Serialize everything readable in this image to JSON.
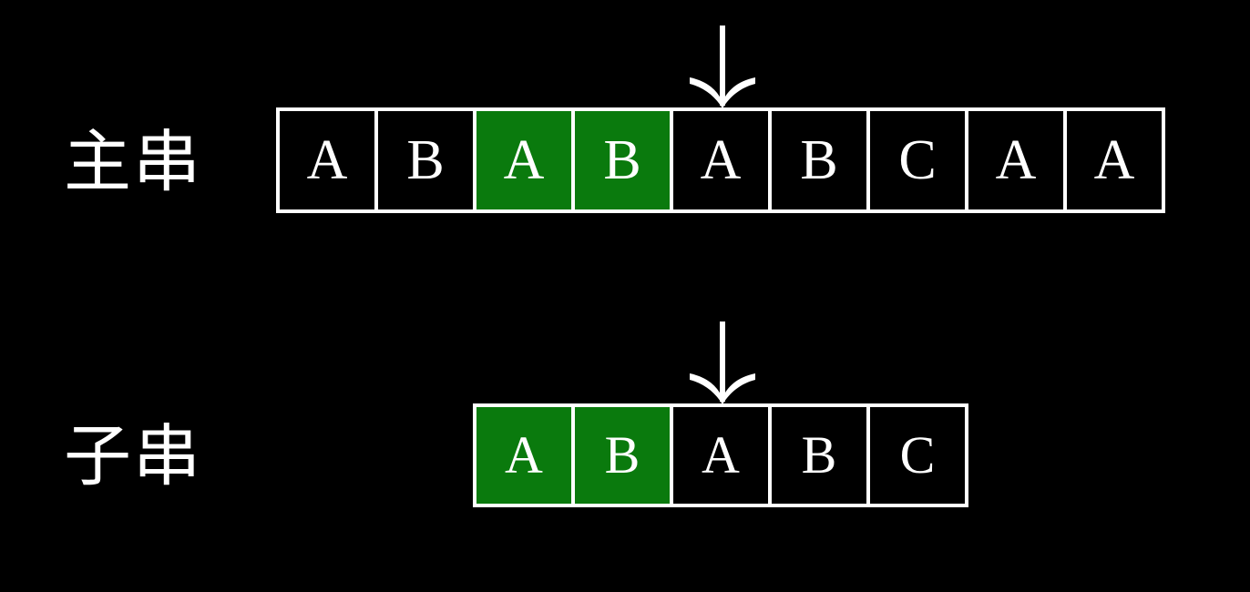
{
  "figure": {
    "background_color": "#000000",
    "foreground_color": "#ffffff",
    "highlight_color": "#0a7a0d",
    "kind": "string-matching-diagram"
  },
  "rows": {
    "main": {
      "label": "主串",
      "cells": [
        {
          "char": "A",
          "highlighted": false
        },
        {
          "char": "B",
          "highlighted": false
        },
        {
          "char": "A",
          "highlighted": true
        },
        {
          "char": "B",
          "highlighted": true
        },
        {
          "char": "A",
          "highlighted": false
        },
        {
          "char": "B",
          "highlighted": false
        },
        {
          "char": "C",
          "highlighted": false
        },
        {
          "char": "A",
          "highlighted": false
        },
        {
          "char": "A",
          "highlighted": false
        }
      ],
      "pointer_index": 4
    },
    "sub": {
      "label": "子串",
      "cells": [
        {
          "char": "A",
          "highlighted": true
        },
        {
          "char": "B",
          "highlighted": true
        },
        {
          "char": "A",
          "highlighted": false
        },
        {
          "char": "B",
          "highlighted": false
        },
        {
          "char": "C",
          "highlighted": false
        }
      ],
      "pointer_index": 2
    }
  },
  "arrows": {
    "main": {
      "name": "main-string-pointer-arrow",
      "direction": "down"
    },
    "sub": {
      "name": "sub-string-pointer-arrow",
      "direction": "down"
    }
  }
}
